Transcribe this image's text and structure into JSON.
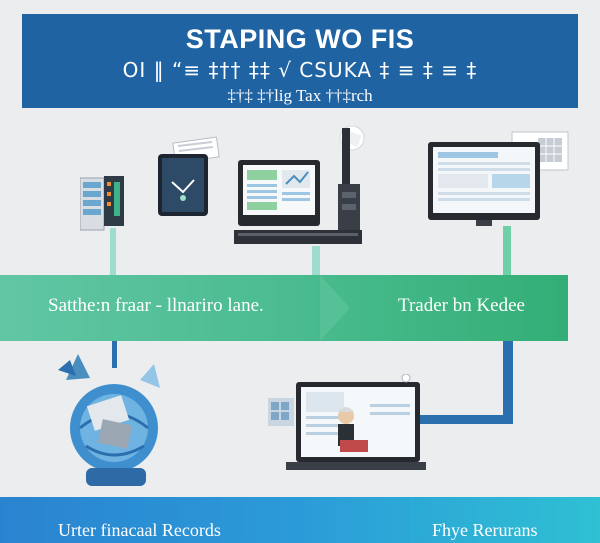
{
  "header": {
    "title": "STAPING WO FIS",
    "subtitle": "OI ‖ “≡ ‡†† ‡‡ √ CSUKA ‡ ≡ ‡ ≡ ‡",
    "tagline": "‡†‡ ‡†lig Tax ††‡rch"
  },
  "bands": {
    "green_left": "Satthe:n fraar - llnariro lane.",
    "green_right": "Trader bn Kedee",
    "blue_left": "Urter finacaal Records",
    "blue_right": "Fhye Rerurans"
  },
  "colors": {
    "banner": "#1f63a3",
    "green_band": "#49bb8e",
    "blue_band": "#2b9bd8",
    "background": "#ecedee"
  },
  "icons": [
    "server-icon",
    "tablet-icon",
    "desktop-monitor-icon",
    "widescreen-monitor-icon",
    "globe-network-icon",
    "laptop-presenter-icon",
    "document-icon"
  ]
}
